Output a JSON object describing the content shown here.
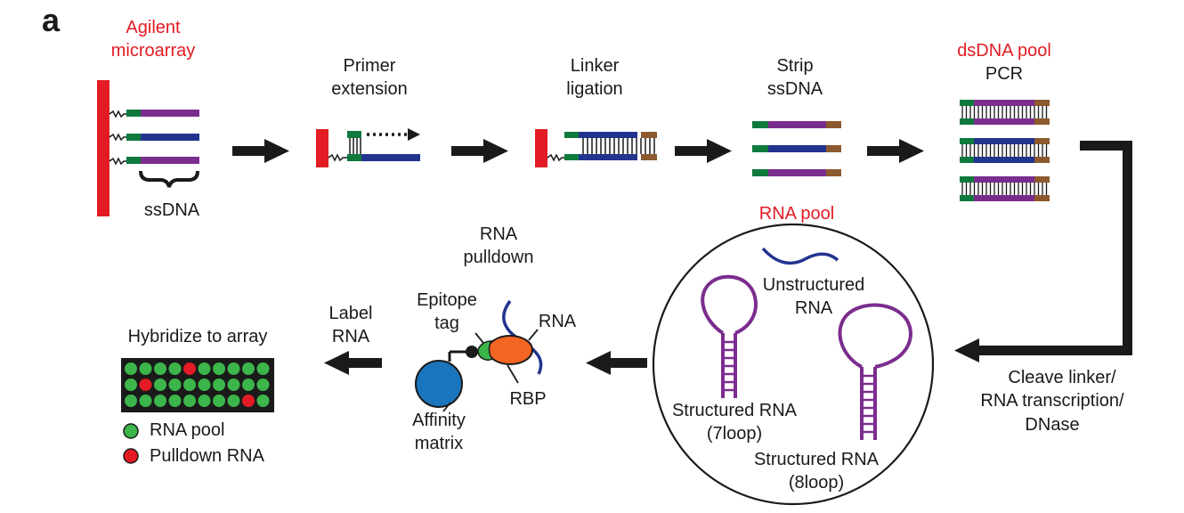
{
  "panel_letter": "a",
  "colors": {
    "red": "#e21b24",
    "green": "#0e7a3e",
    "purple": "#7b2d8e",
    "navy": "#23348f",
    "brown": "#8c5a2e",
    "black": "#1a1a1a",
    "orange": "#f26522",
    "blue_bead": "#1b75bc",
    "dot_green": "#3cb54a",
    "dot_red": "#e21b24"
  },
  "steps": {
    "microarray": {
      "line1": "Agilent",
      "line2": "microarray",
      "ssdna": "ssDNA"
    },
    "primer": {
      "line1": "Primer",
      "line2": "extension"
    },
    "linker": {
      "line1": "Linker",
      "line2": "ligation"
    },
    "strip": {
      "line1": "Strip",
      "line2": "ssDNA"
    },
    "dsdna": {
      "line1": "dsDNA pool",
      "line2": "PCR"
    }
  },
  "cleave": {
    "line1": "Cleave linker/",
    "line2": "RNA transcription/",
    "line3": "DNase"
  },
  "rna_pool": {
    "title": "RNA pool",
    "unstructured1": "Unstructured",
    "unstructured2": "RNA",
    "s7_1": "Structured RNA",
    "s7_2": "(7loop)",
    "s8_1": "Structured RNA",
    "s8_2": "(8loop)"
  },
  "pulldown": {
    "title1": "RNA",
    "title2": "pulldown",
    "epitope1": "Epitope",
    "epitope2": "tag",
    "rna": "RNA",
    "rbp": "RBP",
    "affinity1": "Affinity",
    "affinity2": "matrix"
  },
  "label": {
    "line1": "Label",
    "line2": "RNA"
  },
  "hybridize": {
    "title": "Hybridize to array",
    "legend_pool": "RNA pool",
    "legend_pulldown": "Pulldown RNA",
    "grid_rows": [
      [
        "g",
        "g",
        "g",
        "g",
        "r",
        "g",
        "g",
        "g",
        "g",
        "g"
      ],
      [
        "g",
        "r",
        "g",
        "g",
        "g",
        "g",
        "g",
        "g",
        "g",
        "g"
      ],
      [
        "g",
        "g",
        "g",
        "g",
        "g",
        "g",
        "g",
        "g",
        "r",
        "g"
      ]
    ]
  }
}
